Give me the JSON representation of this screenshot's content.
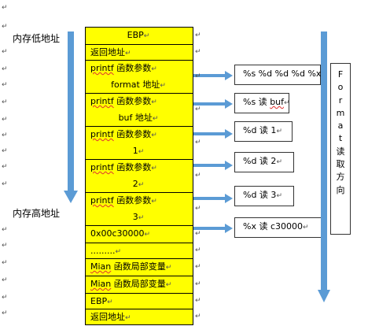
{
  "side_labels": {
    "low_address": "内存低地址",
    "high_address": "内存高地址"
  },
  "paragraph_mark": "↵",
  "stack": [
    {
      "lines": [
        "EBP"
      ],
      "align": "center"
    },
    {
      "lines": [
        "返回地址"
      ],
      "align": "left"
    },
    {
      "lines": [
        "printf 函数参数",
        "format 地址"
      ],
      "align": "mixed"
    },
    {
      "lines": [
        "printf 函数参数",
        "buf 地址"
      ],
      "align": "mixed"
    },
    {
      "lines": [
        "printf 函数参数",
        "1"
      ],
      "align": "mixed"
    },
    {
      "lines": [
        "printf 函数参数",
        "2"
      ],
      "align": "mixed"
    },
    {
      "lines": [
        "printf 函数参数",
        "3"
      ],
      "align": "mixed"
    },
    {
      "lines": [
        "0x00c30000"
      ],
      "align": "left"
    },
    {
      "lines": [
        "........."
      ],
      "align": "left"
    },
    {
      "lines": [
        "Mian 函数局部变量"
      ],
      "align": "left"
    },
    {
      "lines": [
        "Mian 函数局部变量"
      ],
      "align": "left"
    },
    {
      "lines": [
        "EBP"
      ],
      "align": "left"
    },
    {
      "lines": [
        "返回地址"
      ],
      "align": "left"
    }
  ],
  "callouts": [
    {
      "text": "%s %d %d %d %x"
    },
    {
      "text": "%s 读 buf"
    },
    {
      "text": "%d  读 1"
    },
    {
      "text": "%d  读 2"
    },
    {
      "text": "%d  读 3"
    },
    {
      "text": "%x  读 c30000"
    }
  ],
  "direction_label": [
    "F",
    "o",
    "r",
    "m",
    "a",
    "t",
    "读",
    "取",
    "方",
    "向"
  ],
  "colors": {
    "stack_fill": "#ffff00",
    "arrow": "#5b9bd5"
  }
}
